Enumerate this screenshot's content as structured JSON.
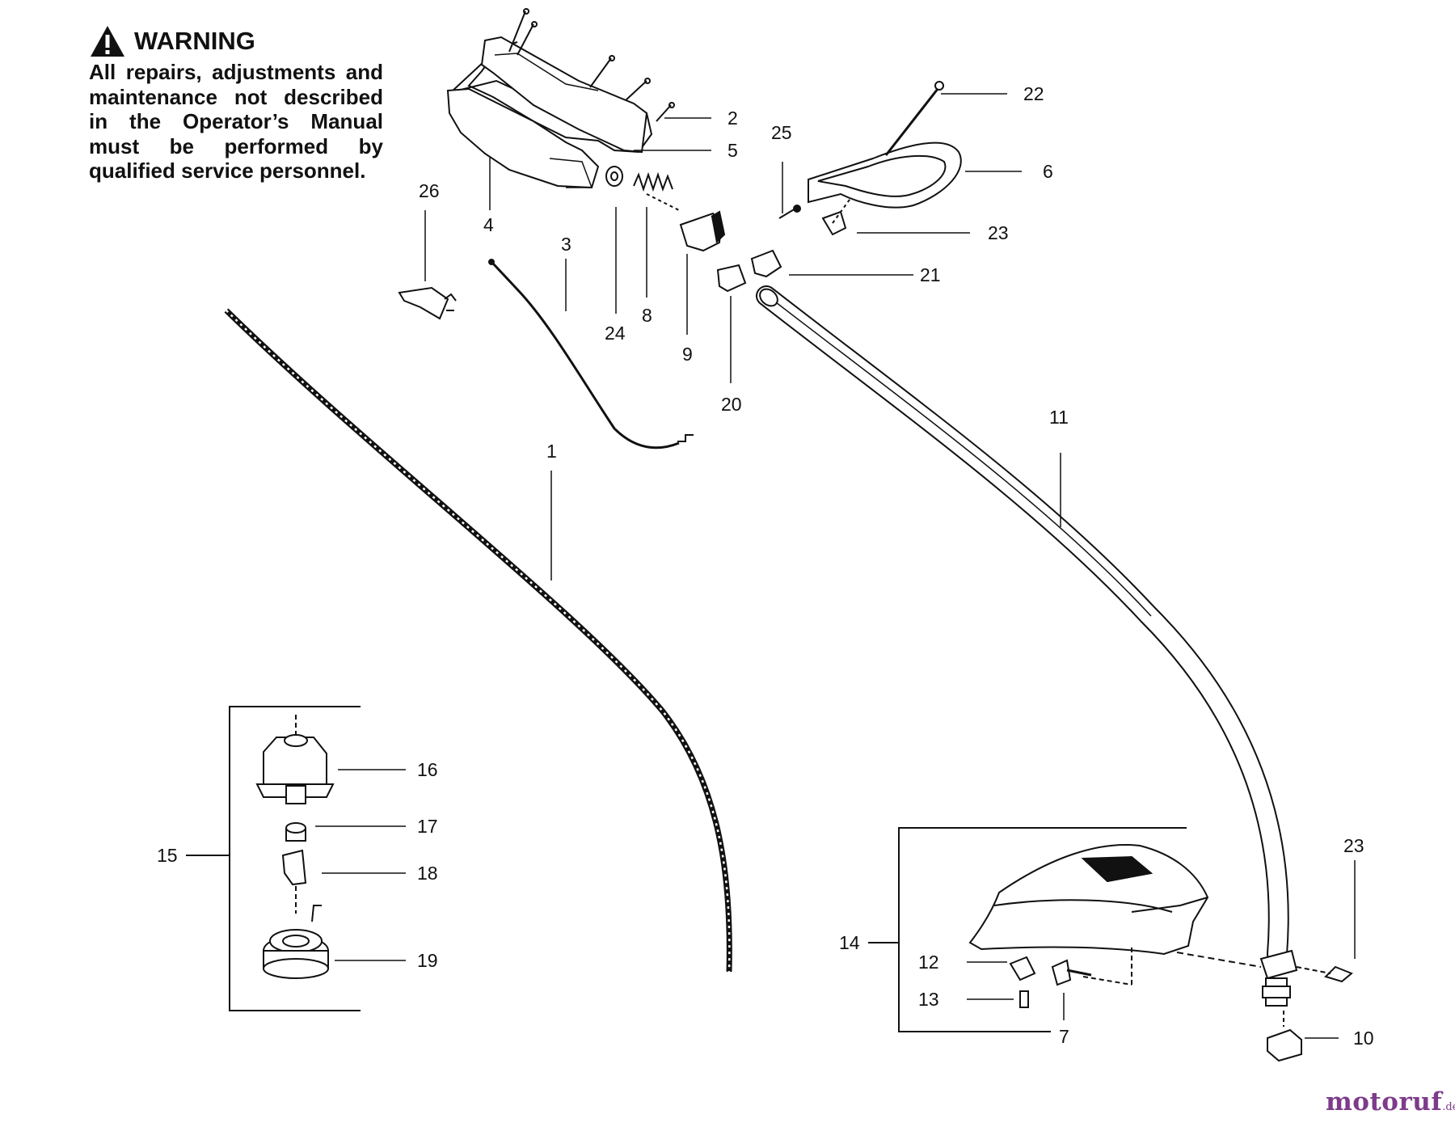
{
  "warning": {
    "heading": "WARNING",
    "text": "All repairs, adjustments and maintenance not described in the Operator’s Manual must be performed by qualified service personnel."
  },
  "callouts": {
    "c1": "1",
    "c2": "2",
    "c3": "3",
    "c4": "4",
    "c5": "5",
    "c6": "6",
    "c7": "7",
    "c8": "8",
    "c9": "9",
    "c10": "10",
    "c11": "11",
    "c12": "12",
    "c13": "13",
    "c14": "14",
    "c15": "15",
    "c16": "16",
    "c17": "17",
    "c18": "18",
    "c19": "19",
    "c20": "20",
    "c21": "21",
    "c22": "22",
    "c23a": "23",
    "c23b": "23",
    "c24": "24",
    "c25": "25",
    "c26": "26"
  },
  "watermark": {
    "main": "motoruf",
    "tld": ".de"
  },
  "colors": {
    "ink": "#111111",
    "watermark": "#7d3b8a",
    "watermark_accent": "#e2a22a"
  }
}
